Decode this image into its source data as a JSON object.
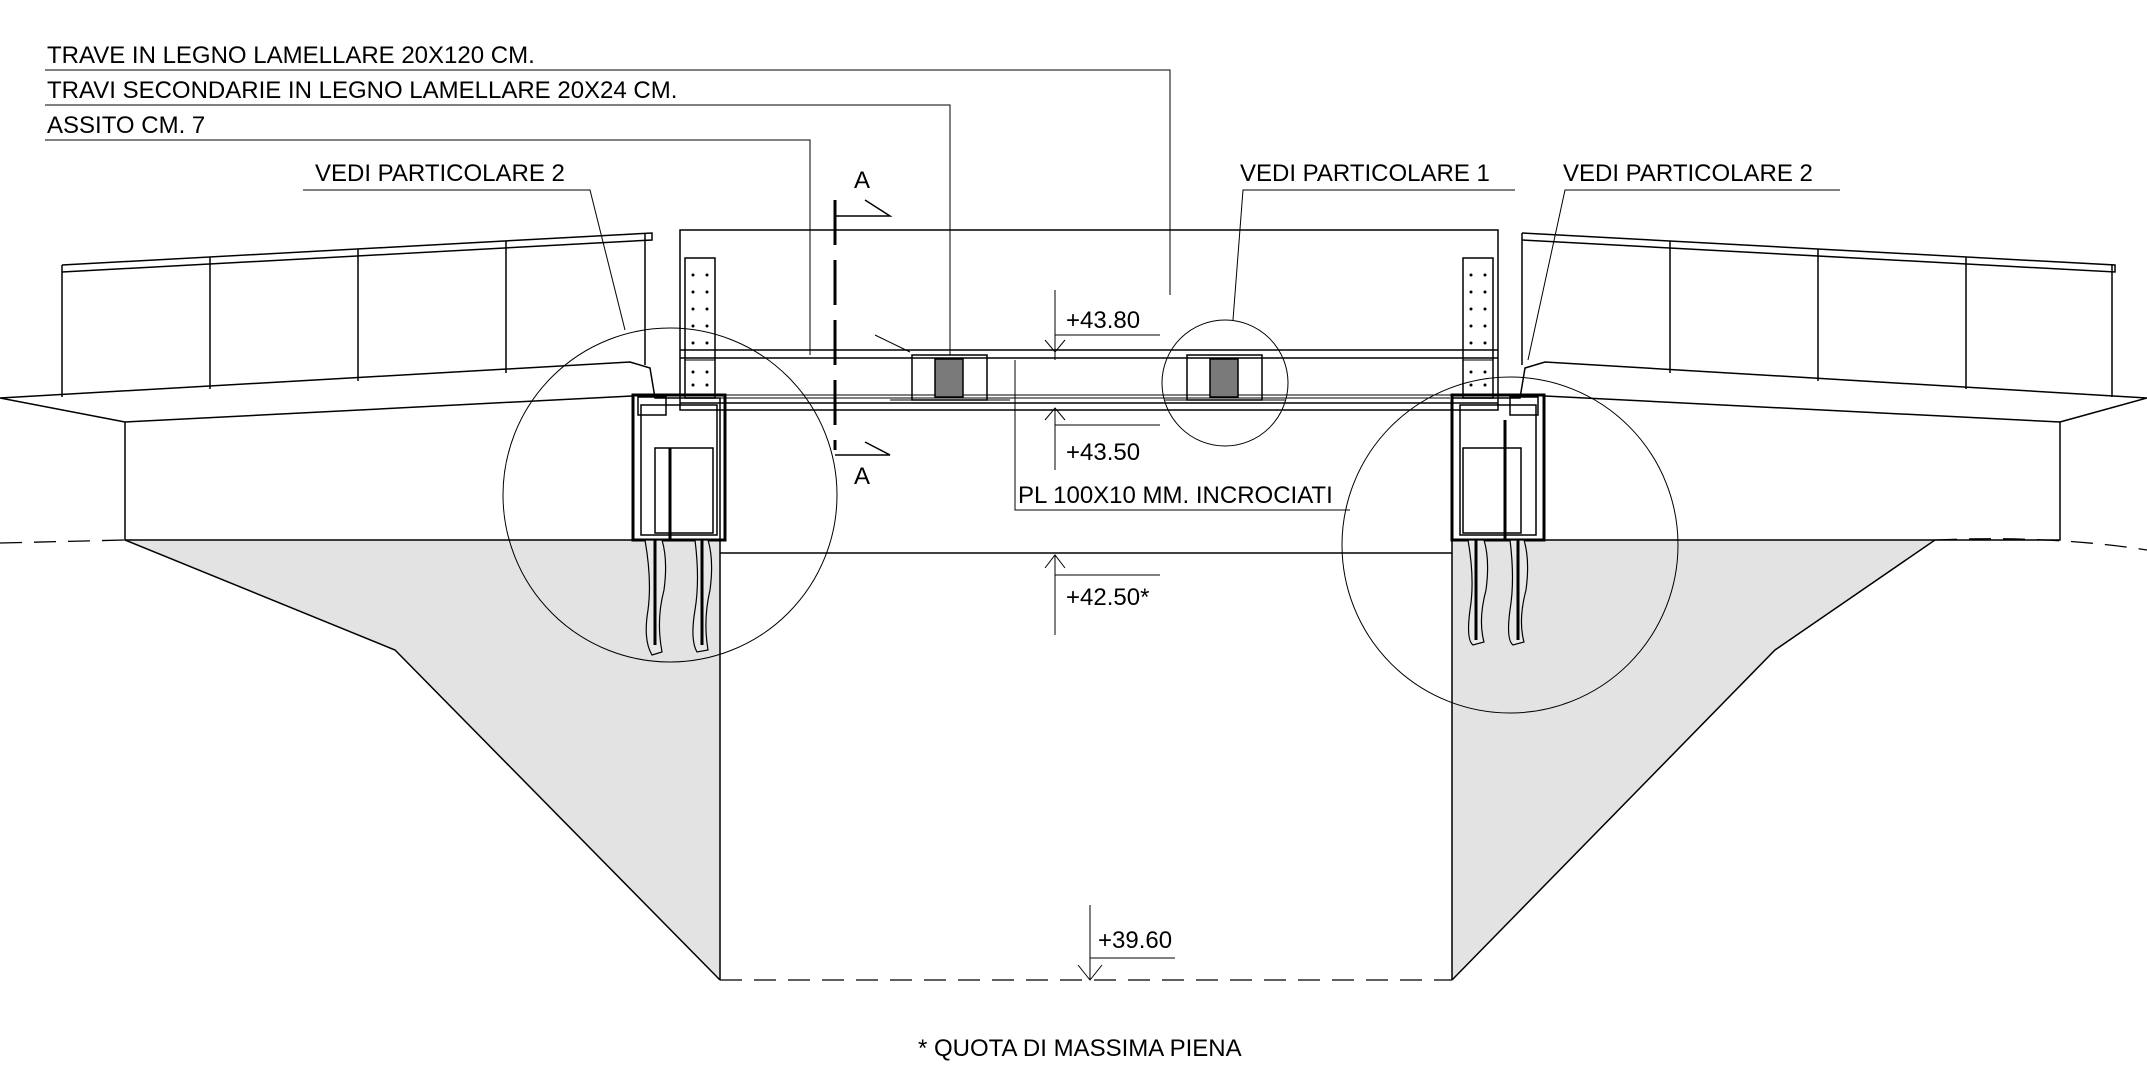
{
  "labels": {
    "beam_main": "TRAVE IN LEGNO LAMELLARE 20X120 CM.",
    "beam_secondary": "TRAVI SECONDARIE IN LEGNO LAMELLARE 20X24 CM.",
    "deck": "ASSITO CM. 7",
    "detail_2_left": "VEDI PARTICOLARE 2",
    "detail_1": "VEDI PARTICOLARE 1",
    "detail_2_right": "VEDI PARTICOLARE 2",
    "plate": "PL 100X10 MM. INCROCIATI",
    "footnote": "* QUOTA DI MASSIMA PIENA"
  },
  "section_marks": {
    "top": "A",
    "bottom": "A"
  },
  "elevations": {
    "deck_top": "+43.80",
    "beam_bottom": "+43.50",
    "flood_level": "+42.50*",
    "riverbed": "+39.60"
  }
}
